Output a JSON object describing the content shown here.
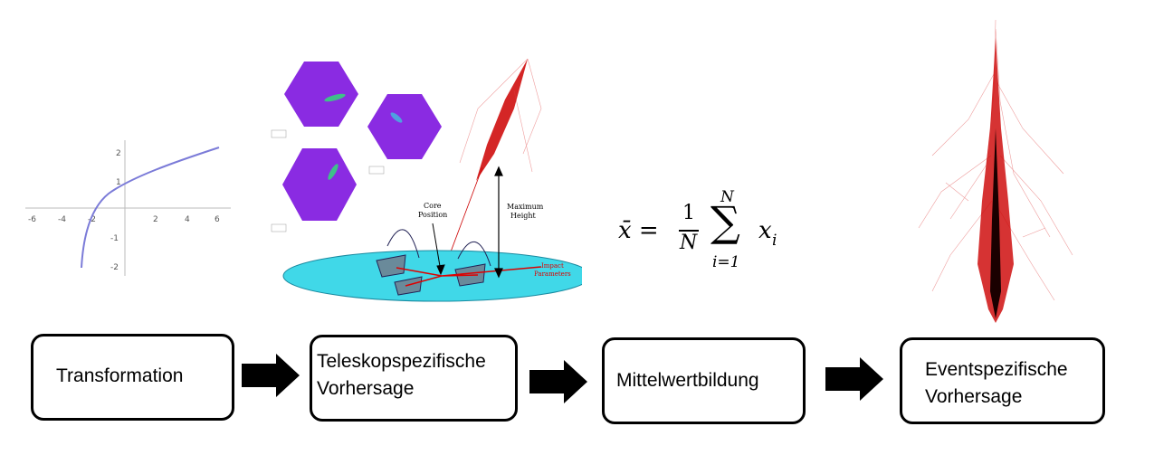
{
  "steps": [
    {
      "line1": "Transformation",
      "line2": ""
    },
    {
      "line1": "Teleskopspezifische",
      "line2": "Vorhersage"
    },
    {
      "line1": "Mittelwertbildung",
      "line2": ""
    },
    {
      "line1": "Eventspezifische",
      "line2": "Vorhersage"
    }
  ],
  "log_plot": {
    "x_ticks": [
      "-6",
      "-4",
      "-2",
      "2",
      "4",
      "6"
    ],
    "y_ticks": [
      "2",
      "1",
      "-1",
      "-2"
    ]
  },
  "telescope": {
    "core_label_1": "Core",
    "core_label_2": "Position",
    "max_label_1": "Maximum",
    "max_label_2": "Height",
    "impact_label_1": "Impact",
    "impact_label_2": "Parameters"
  },
  "formula": {
    "lhs": "x̄ = ",
    "numerator": "1",
    "denominator": "N",
    "sum_upper": "N",
    "sum_lower": "i=1",
    "term": "x",
    "term_sub": "i"
  },
  "colors": {
    "curve": "#7b7bd8",
    "hexagon": "#8a2be2",
    "shower": "#cc0000",
    "ground": "#40d8e8"
  }
}
